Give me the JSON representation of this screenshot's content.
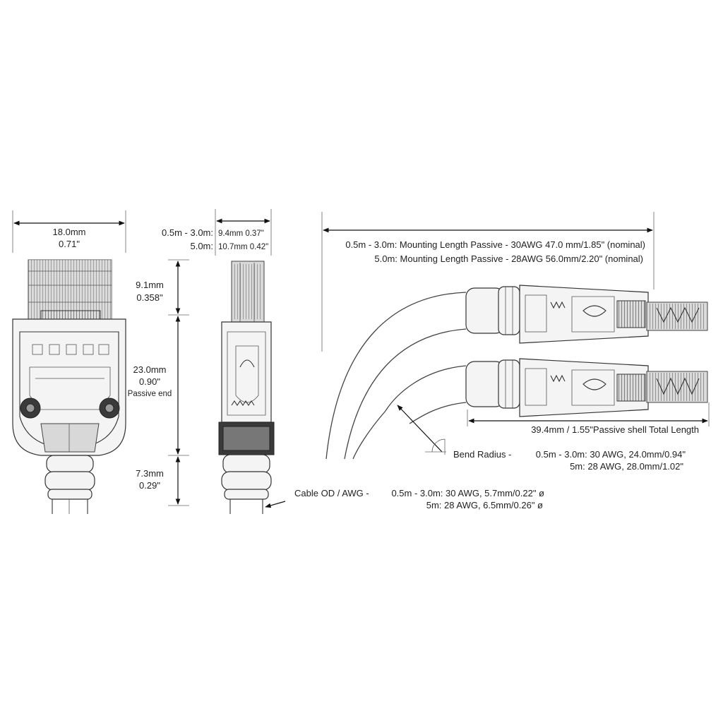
{
  "front_view": {
    "width_mm": "18.0mm",
    "width_in": "0.71\"",
    "plug_mm": "9.1mm",
    "plug_in": "0.358\"",
    "body_mm": "23.0mm",
    "body_in": "0.90\"",
    "body_note": "Passive end",
    "boot_mm": "7.3mm",
    "boot_in": "0.29\""
  },
  "side_view": {
    "row1_range": "0.5m - 3.0m:",
    "row1_value": "9.4mm 0.37\"",
    "row2_range": "5.0m:",
    "row2_value": "10.7mm 0.42\""
  },
  "mounting": {
    "line1": "0.5m - 3.0m:  Mounting Length Passive - 30AWG 47.0 mm/1.85\" (nominal)",
    "line2": "5.0m:  Mounting Length Passive - 28AWG 56.0mm/2.20\" (nominal)"
  },
  "shell": {
    "label": "39.4mm / 1.55\"Passive shell Total Length"
  },
  "bend_radius": {
    "title": "Bend Radius -",
    "line1": "0.5m - 3.0m: 30 AWG, 24.0mm/0.94\"",
    "line2": "5m: 28 AWG, 28.0mm/1.02\""
  },
  "cable_od": {
    "title": "Cable OD / AWG -",
    "line1": "0.5m - 3.0m: 30 AWG, 5.7mm/0.22\" ø",
    "line2": "5m: 28 AWG, 6.5mm/0.26\" ø"
  },
  "colors": {
    "ink": "#222222",
    "background": "#ffffff"
  }
}
